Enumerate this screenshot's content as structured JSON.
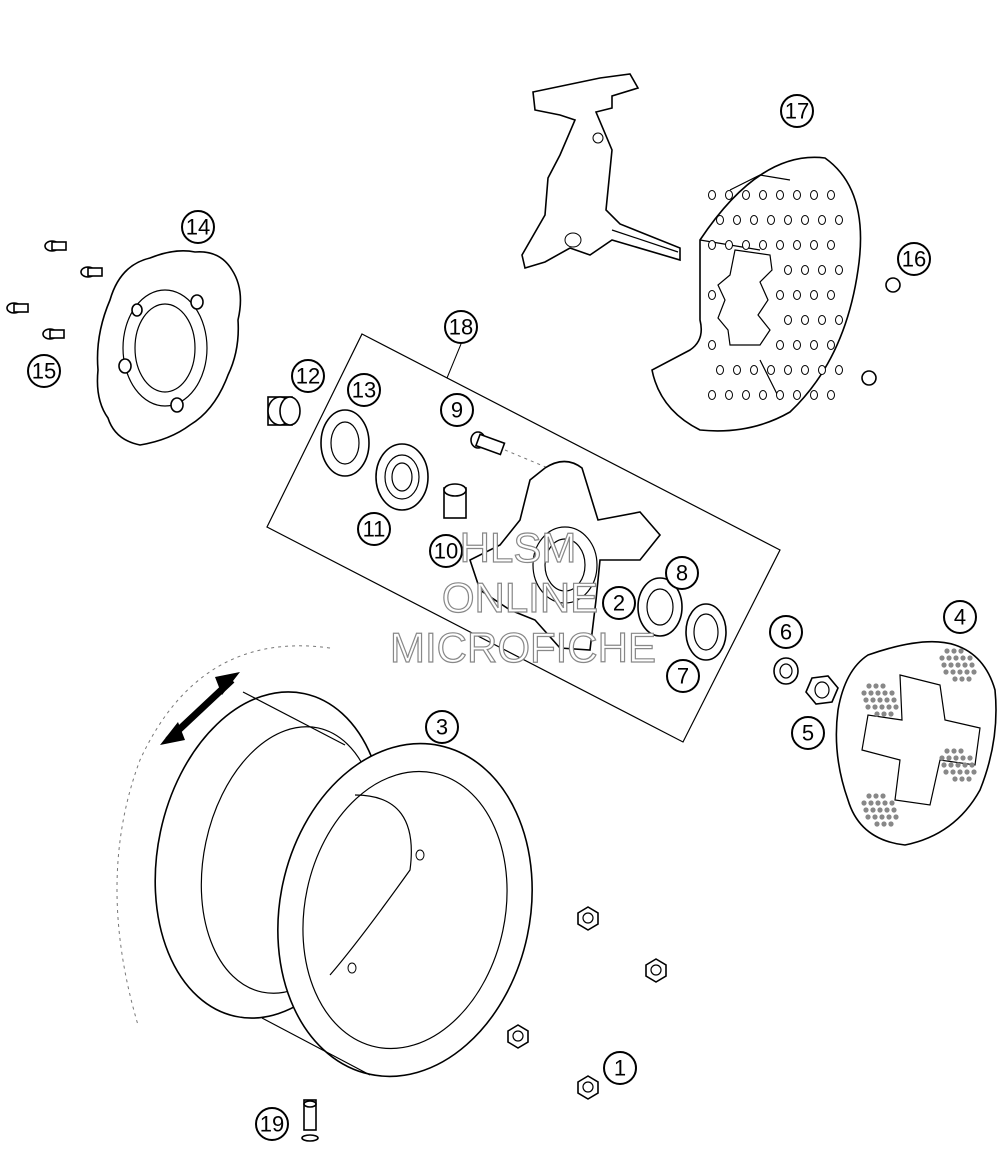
{
  "watermark": {
    "lines": [
      "HLSM",
      "ONLINE",
      "MICROFICHE"
    ]
  },
  "callouts": [
    "1",
    "2",
    "3",
    "4",
    "5",
    "6",
    "7",
    "8",
    "9",
    "10",
    "11",
    "12",
    "13",
    "14",
    "15",
    "16",
    "17",
    "18",
    "19"
  ],
  "colors": {
    "line": "#000000",
    "background": "#ffffff",
    "watermark_outline": "#888888"
  }
}
